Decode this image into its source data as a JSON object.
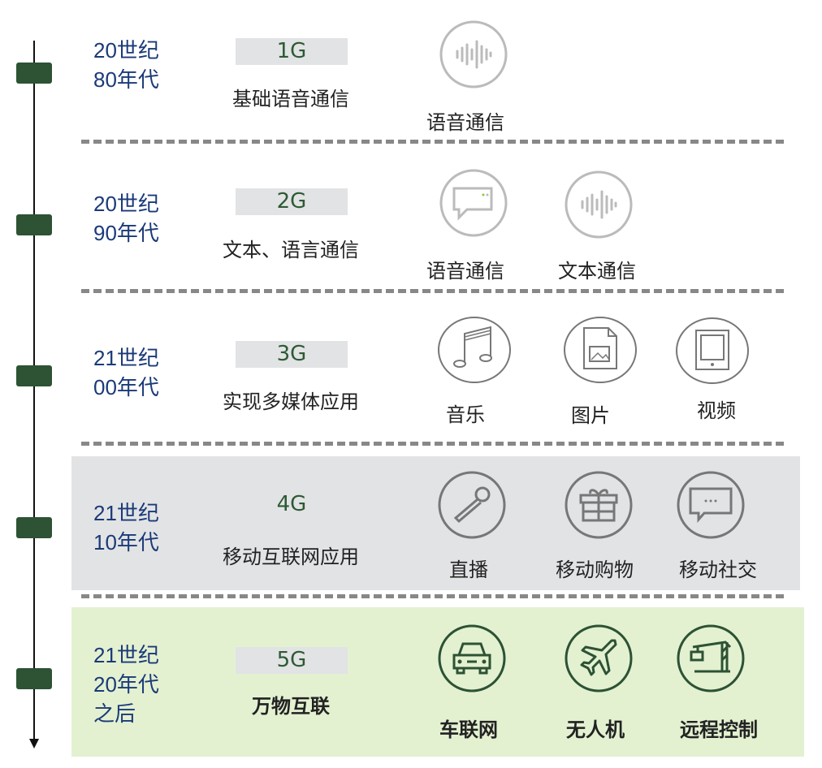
{
  "rows": [
    {
      "era": [
        "20世纪",
        "80年代"
      ],
      "gen": "1G",
      "desc": "基础语音通信",
      "apps": [
        {
          "label": "语音通信",
          "icon": "sound-wave-icon"
        }
      ]
    },
    {
      "era": [
        "20世纪",
        "90年代"
      ],
      "gen": "2G",
      "desc": "文本、语言通信",
      "apps": [
        {
          "label": "语音通信",
          "icon": "chat-bubble-icon"
        },
        {
          "label": "文本通信",
          "icon": "sound-wave-icon"
        }
      ]
    },
    {
      "era": [
        "21世纪",
        "00年代"
      ],
      "gen": "3G",
      "desc": "实现多媒体应用",
      "apps": [
        {
          "label": "音乐",
          "icon": "music-note-icon"
        },
        {
          "label": "图片",
          "icon": "image-file-icon"
        },
        {
          "label": "视频",
          "icon": "tablet-icon"
        }
      ]
    },
    {
      "era": [
        "21世纪",
        "10年代"
      ],
      "gen": "4G",
      "desc": "移动互联网应用",
      "apps": [
        {
          "label": "直播",
          "icon": "microphone-icon"
        },
        {
          "label": "移动购物",
          "icon": "gift-icon"
        },
        {
          "label": "移动社交",
          "icon": "chat-dots-icon"
        }
      ]
    },
    {
      "era": [
        "21世纪",
        "20年代",
        "之后"
      ],
      "gen": "5G",
      "desc": "万物互联",
      "apps": [
        {
          "label": "车联网",
          "icon": "car-icon"
        },
        {
          "label": "无人机",
          "icon": "airplane-icon"
        },
        {
          "label": "远程控制",
          "icon": "crane-icon"
        }
      ]
    }
  ],
  "colors": {
    "marker": "#2d5234",
    "era": "#1b3a78",
    "gen": "#2d5a34",
    "band4g": "#e2e3e5",
    "band5g": "#e3f1d1"
  }
}
